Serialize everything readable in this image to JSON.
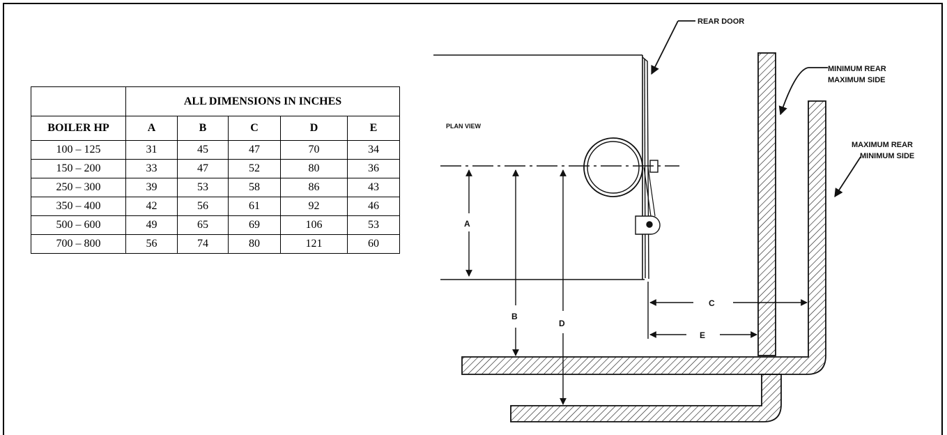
{
  "table": {
    "group_header": "ALL DIMENSIONS IN INCHES",
    "row_header": "BOILER HP",
    "columns": [
      "A",
      "B",
      "C",
      "D",
      "E"
    ],
    "rows": [
      {
        "hp": "100 – 125",
        "values": [
          "31",
          "45",
          "47",
          "70",
          "34"
        ]
      },
      {
        "hp": "150 – 200",
        "values": [
          "33",
          "47",
          "52",
          "80",
          "36"
        ]
      },
      {
        "hp": "250 – 300",
        "values": [
          "39",
          "53",
          "58",
          "86",
          "43"
        ]
      },
      {
        "hp": "350 – 400",
        "values": [
          "42",
          "56",
          "61",
          "92",
          "46"
        ]
      },
      {
        "hp": "500 – 600",
        "values": [
          "49",
          "65",
          "69",
          "106",
          "53"
        ]
      },
      {
        "hp": "700 – 800",
        "values": [
          "56",
          "74",
          "80",
          "121",
          "60"
        ]
      }
    ]
  },
  "diagram": {
    "view_label": "PLAN VIEW",
    "rear_door": "REAR DOOR",
    "min_rear_line1": "MINIMUM REAR",
    "min_rear_line2": "MAXIMUM SIDE",
    "max_rear_line1": "MAXIMUM REAR",
    "max_rear_line2": "MINIMUM SIDE",
    "dim_a": "A",
    "dim_b": "B",
    "dim_c": "C",
    "dim_d": "D",
    "dim_e": "E"
  }
}
